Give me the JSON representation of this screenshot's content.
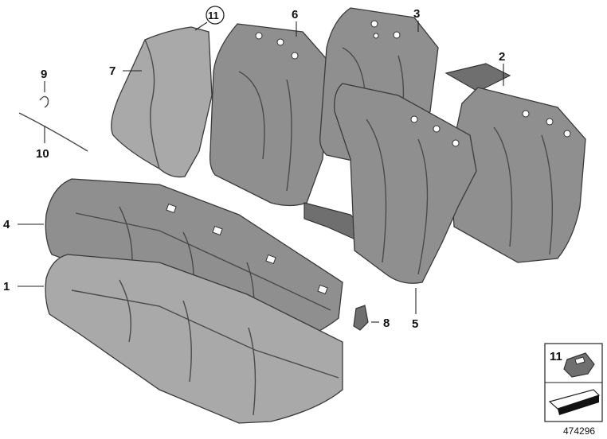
{
  "callouts": {
    "c1": "1",
    "c2": "2",
    "c3": "3",
    "c4": "4",
    "c5": "5",
    "c6": "6",
    "c7": "7",
    "c8": "8",
    "c9": "9",
    "c10": "10",
    "c11": "11"
  },
  "legend": {
    "item_number": "11"
  },
  "catalog_number": "474296"
}
